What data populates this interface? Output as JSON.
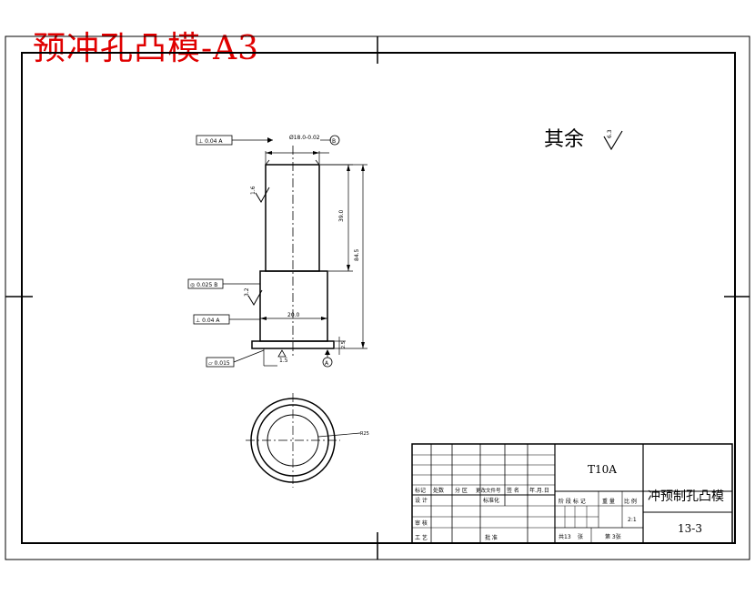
{
  "drawing": {
    "title_red": "预冲孔凸模-A3",
    "roughness_note": "其余",
    "roughness_note_value": "6.3",
    "dimensions": {
      "top_diameter": "Ø18.0-0.02",
      "upper_length": "39.0",
      "total_length": "84.5",
      "base_diameter": "20.0",
      "flange_height": "2.5",
      "chamfer": "1.5",
      "circle_view_radius": "R25"
    },
    "gdt": {
      "top_perpendicularity": "⊥ 0.04 A",
      "mid_runout": "◎ 0.025 B",
      "mid_perpendicularity": "⊥ 0.04 A",
      "bottom_flatness": "▱ 0.015",
      "datum_top": "B",
      "datum_bottom": "A"
    },
    "roughness_upper": "1.6",
    "roughness_lower": "3.2"
  },
  "title_block": {
    "material": "T10A",
    "part_name": "冲预制孔凸模",
    "drawing_no": "13-3",
    "scale": "2:1",
    "sheet_total": "共13",
    "sheet_current": "第 3张",
    "hdr_mark": "标记",
    "hdr_count": "处数",
    "hdr_zone": "分 区",
    "hdr_doc": "更改文件号",
    "hdr_sign": "签 名",
    "hdr_date": "年.月.日",
    "lbl_design": "设 计",
    "lbl_standard": "标准化",
    "lbl_stage": "阶 段 标 记",
    "lbl_weight": "重 量",
    "lbl_scale": "比 例",
    "lbl_review": "审 核",
    "lbl_process": "工 艺",
    "lbl_approve": "批 准",
    "lbl_sheet_sep": "张"
  }
}
